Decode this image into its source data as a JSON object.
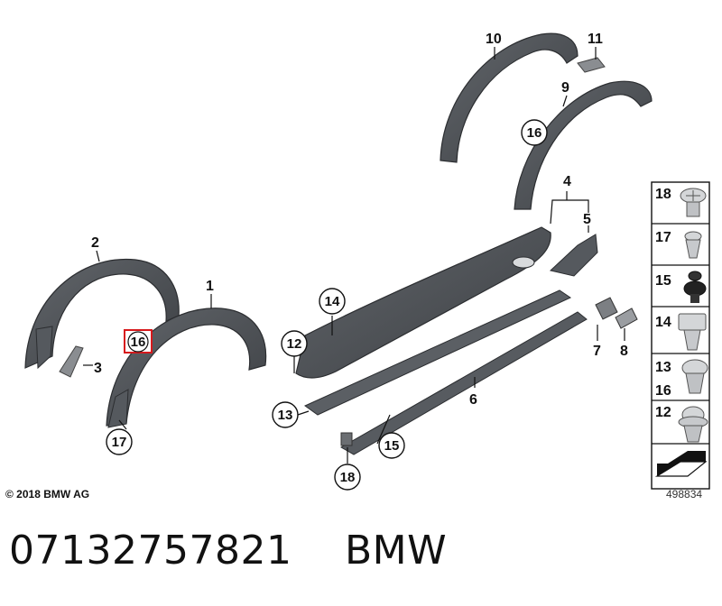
{
  "callouts": {
    "c1": "1",
    "c2": "2",
    "c3": "3",
    "c4": "4",
    "c5": "5",
    "c6": "6",
    "c7": "7",
    "c8": "8",
    "c9": "9",
    "c10": "10",
    "c11": "11",
    "c12": "12",
    "c13": "13",
    "c14": "14",
    "c15": "15",
    "c16a": "16",
    "c16b": "16",
    "c17": "17",
    "c18": "18"
  },
  "legend": {
    "items": [
      "18",
      "17",
      "15",
      "14",
      "13",
      "16",
      "12"
    ]
  },
  "footer": {
    "copyright": "© 2018 BMW AG",
    "image_number": "498834"
  },
  "part": {
    "number": "07132757821",
    "brand": "BMW"
  },
  "colors": {
    "part_fill": "#4a4d52",
    "part_edge": "#2c2e31",
    "highlight": "#d7191c"
  }
}
